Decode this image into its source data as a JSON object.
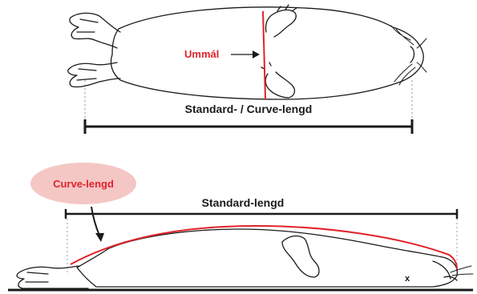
{
  "top_figure": {
    "girth_label": "Ummál",
    "length_label": "Standard- / Curve-lengd"
  },
  "bottom_figure": {
    "curve_label": "Curve-lengd",
    "standard_label": "Standard-lengd",
    "marker": "x"
  },
  "colors": {
    "outline": "#1a1a1a",
    "accent_red": "#e0232a",
    "badge_fill": "#f4c7c5"
  }
}
